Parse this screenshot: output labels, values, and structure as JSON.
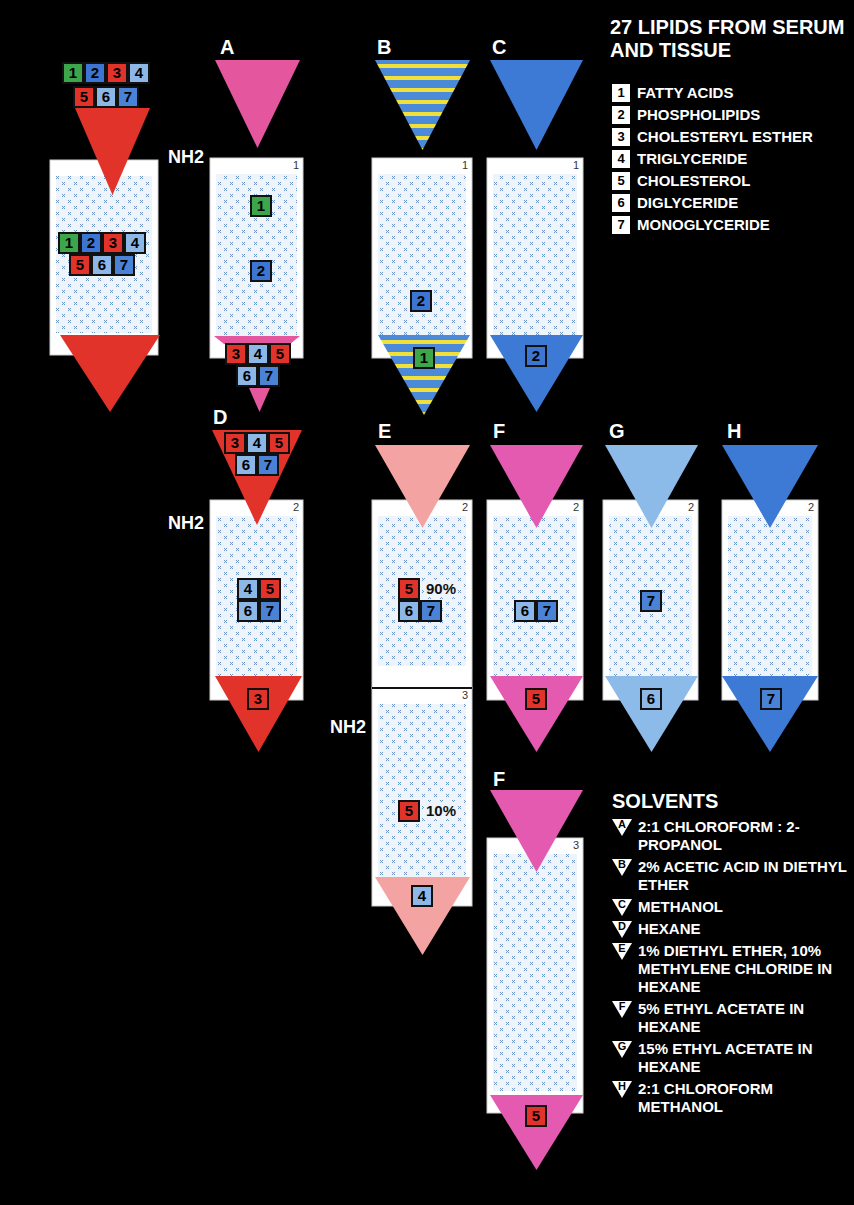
{
  "diagram": {
    "title": "27 LIPIDS FROM SERUM AND TISSUE",
    "nodes": [
      {
        "text": [
          "1"
        ]
      },
      {
        "text": [
          "2"
        ]
      },
      {
        "text": [
          "3"
        ]
      },
      {
        "text": [
          "4"
        ]
      },
      {
        "text": [
          "5"
        ]
      },
      {
        "text": [
          "6"
        ]
      },
      {
        "text": [
          "7"
        ]
      },
      {
        "text": [
          "1"
        ]
      },
      {
        "text": [
          "2"
        ]
      },
      {
        "text": [
          "3"
        ]
      },
      {
        "text": [
          "4"
        ]
      },
      {
        "text": [
          "5"
        ]
      },
      {
        "text": [
          "6"
        ]
      },
      {
        "text": [
          "7"
        ]
      },
      {
        "text": [
          "NH2",
          "1"
        ]
      },
      {
        "text": [
          "1"
        ],
        "in": 14
      },
      {
        "text": [
          "2"
        ],
        "in": 14
      },
      {
        "text": [
          "3"
        ]
      },
      {
        "text": [
          "4"
        ]
      },
      {
        "text": [
          "5"
        ]
      },
      {
        "text": [
          "6"
        ]
      },
      {
        "text": [
          "7"
        ]
      },
      {
        "text": [
          "1"
        ]
      },
      {
        "text": [
          "2"
        ],
        "in": 22
      },
      {
        "text": [
          "1"
        ]
      },
      {
        "text": [
          "1"
        ]
      },
      {
        "text": [
          "2"
        ]
      },
      {
        "text": [
          "3"
        ]
      },
      {
        "text": [
          "4"
        ]
      },
      {
        "text": [
          "5"
        ]
      },
      {
        "text": [
          "6"
        ]
      },
      {
        "text": [
          "7"
        ]
      },
      {
        "text": [
          "NH2",
          "2"
        ]
      },
      {
        "text": [
          "4"
        ],
        "in": 32
      },
      {
        "text": [
          "5"
        ],
        "in": 32
      },
      {
        "text": [
          "6"
        ],
        "in": 32
      },
      {
        "text": [
          "7"
        ],
        "in": 32
      },
      {
        "text": [
          "3"
        ]
      },
      {
        "text": [
          "2"
        ]
      },
      {
        "text": [
          "5"
        ],
        "in": 38
      },
      {
        "text": [
          "6"
        ],
        "in": 38
      },
      {
        "text": [
          "7"
        ],
        "in": 38
      },
      {
        "text": [
          "NH2",
          "3"
        ]
      },
      {
        "text": [
          "5"
        ],
        "in": 42
      },
      {
        "text": [
          "4"
        ]
      },
      {
        "text": [
          "2"
        ]
      },
      {
        "text": [
          "6"
        ],
        "in": 45
      },
      {
        "text": [
          "7"
        ],
        "in": 45
      },
      {
        "text": [
          "5"
        ]
      },
      {
        "text": [
          "2"
        ]
      },
      {
        "text": [
          "7"
        ],
        "in": 49
      },
      {
        "text": [
          "6"
        ]
      },
      {
        "text": [
          "2"
        ]
      },
      {
        "text": [
          "7"
        ]
      },
      {
        "text": [
          "3"
        ]
      },
      {
        "text": [
          "5"
        ]
      }
    ],
    "labels": [
      "A",
      "B",
      "C",
      "D",
      "E",
      "F",
      "G",
      "H",
      "F",
      "90%",
      "10%",
      "1",
      "2",
      "3",
      "4",
      "5",
      "6",
      "7",
      "SOLVENTS",
      "A",
      "B",
      "C",
      "D",
      "E",
      "F",
      "G",
      "H"
    ],
    "legend": [
      {
        "text": "FATTY ACIDS"
      },
      {
        "text": "PHOSPHOLIPIDS"
      },
      {
        "text": "CHOLESTERYL ESTHER"
      },
      {
        "text": "TRIGLYCERIDE"
      },
      {
        "text": "CHOLESTEROL"
      },
      {
        "text": "DIGLYCERIDE"
      },
      {
        "text": "MONOGLYCERIDE"
      },
      {
        "text": "2:1 CHLOROFORM : 2-PROPANOL"
      },
      {
        "text": "2% ACETIC ACID IN DIETHYL ETHER"
      },
      {
        "text": "METHANOL"
      },
      {
        "text": "HEXANE"
      },
      {
        "text": "1% DIETHYL ETHER, 10% METHYLENE CHLORIDE IN HEXANE"
      },
      {
        "text": "5% ETHYL ACETATE IN HEXANE"
      },
      {
        "text": "15% ETHYL ACETATE IN HEXANE"
      },
      {
        "text": "2:1 CHLOROFORM METHANOL"
      }
    ]
  }
}
